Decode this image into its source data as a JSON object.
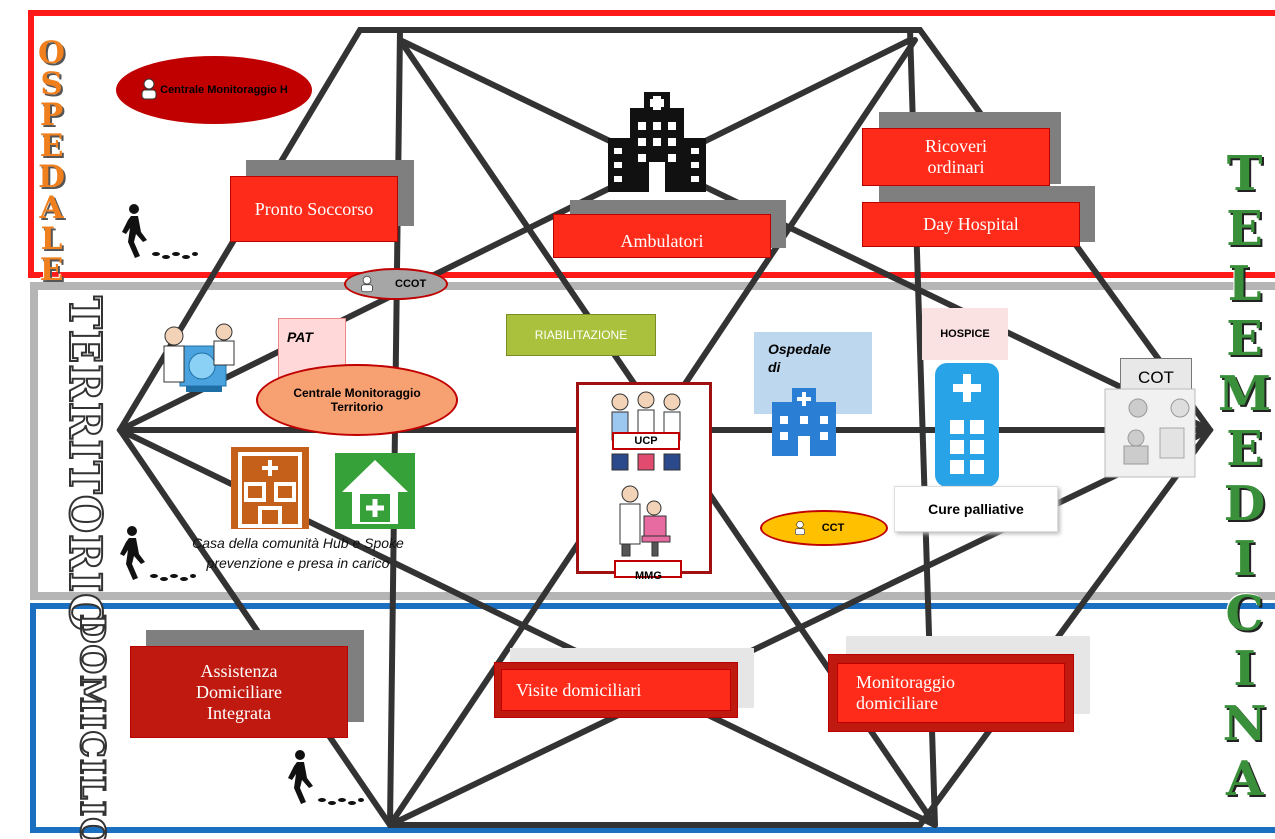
{
  "sections": {
    "ospedale": "OSPEDALE",
    "territorio": "TERRITORIO",
    "domicilio": "DOMICILIO",
    "telemedicina": "TELEMEDICINA"
  },
  "ospedale": {
    "centrale": "Centrale Monitoraggio H",
    "pronto_soccorso": "Pronto Soccorso",
    "ambulatori": "Ambulatori",
    "ricoveri": "Ricoveri ordinari",
    "day_hospital": "Day Hospital"
  },
  "territorio": {
    "ccot": "CCOT",
    "pat": "PAT",
    "centrale": "Centrale Monitoraggio Territorio",
    "riabilitazione": "RIABILITAZIONE",
    "ospedale_di": "Ospedale di",
    "hospice": "HOSPICE",
    "cot": "COT",
    "ucp": "UCP",
    "mmg": "MMG",
    "cct": "CCT",
    "cure_palliative": "Cure palliative",
    "casa_comunita": "Casa della comunità Hub e Spoke prevenzione e presa in carico"
  },
  "domicilio": {
    "adi": "Assistenza Domiciliare Integrata",
    "visite": "Visite domiciliari",
    "monitoraggio": "Monitoraggio domiciliare"
  },
  "colors": {
    "ospedale_border": "#ff1a1a",
    "territorio_border": "#b5b5b5",
    "domicilio_border": "#1a6fc0",
    "box_red": "#ff2b1a",
    "box_dark_red": "#c01a10",
    "centrale_h": "#c00000",
    "centrale_t": "#f7a072",
    "cct": "#ffc000",
    "riabilitazione": "#a9c13c"
  },
  "icons": [
    "hospital-building-icon",
    "walking-person-icon",
    "doctor-icon",
    "home-plus-icon",
    "clinic-icon",
    "doctors-group-icon",
    "patient-visit-icon"
  ]
}
